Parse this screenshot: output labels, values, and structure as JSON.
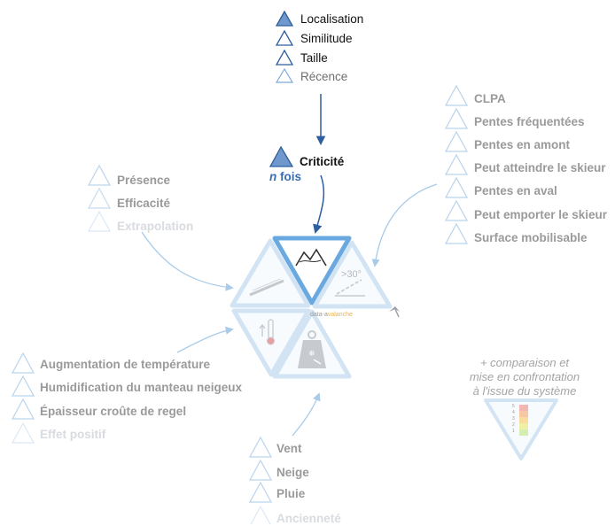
{
  "top_group": {
    "items": [
      {
        "label": "Localisation"
      },
      {
        "label": "Similitude"
      },
      {
        "label": "Taille"
      },
      {
        "label": "Récence"
      }
    ]
  },
  "center": {
    "criticite": "Criticité",
    "n": "n",
    "fois": " fois"
  },
  "left_upper": {
    "items": [
      {
        "label": "Présence"
      },
      {
        "label": "Efficacité"
      },
      {
        "label": "Extrapolation"
      }
    ]
  },
  "right_group": {
    "items": [
      {
        "label": "CLPA"
      },
      {
        "label": "Pentes fréquentées"
      },
      {
        "label": "Pentes en amont"
      },
      {
        "label": "Peut atteindre le skieur"
      },
      {
        "label": "Pentes en aval"
      },
      {
        "label": "Peut emporter le skieur"
      },
      {
        "label": "Surface mobilisable"
      }
    ]
  },
  "left_lower": {
    "items": [
      {
        "label": "Augmentation de température"
      },
      {
        "label": "Humidification du manteau neigeux"
      },
      {
        "label": "Épaisseur croûte de regel"
      },
      {
        "label": "Effet positif"
      }
    ]
  },
  "bottom_group": {
    "items": [
      {
        "label": "Vent"
      },
      {
        "label": "Neige"
      },
      {
        "label": "Pluie"
      },
      {
        "label": "Ancienneté"
      }
    ]
  },
  "note": {
    "lines": [
      "+ comparaison et",
      "mise en confrontation",
      "à l'issue du système"
    ]
  },
  "scale": {
    "levels": [
      "5",
      "4",
      "3",
      "2",
      "1"
    ]
  },
  "angle_label": ">30°",
  "logo": {
    "part1": "data-a",
    "part2": "valanche"
  },
  "colors": {
    "blue_dark": "#2d5f9e",
    "blue_mid": "#5b8fd0",
    "blue_light": "#a9c8e8",
    "blue_faint": "#d3e4f3"
  }
}
